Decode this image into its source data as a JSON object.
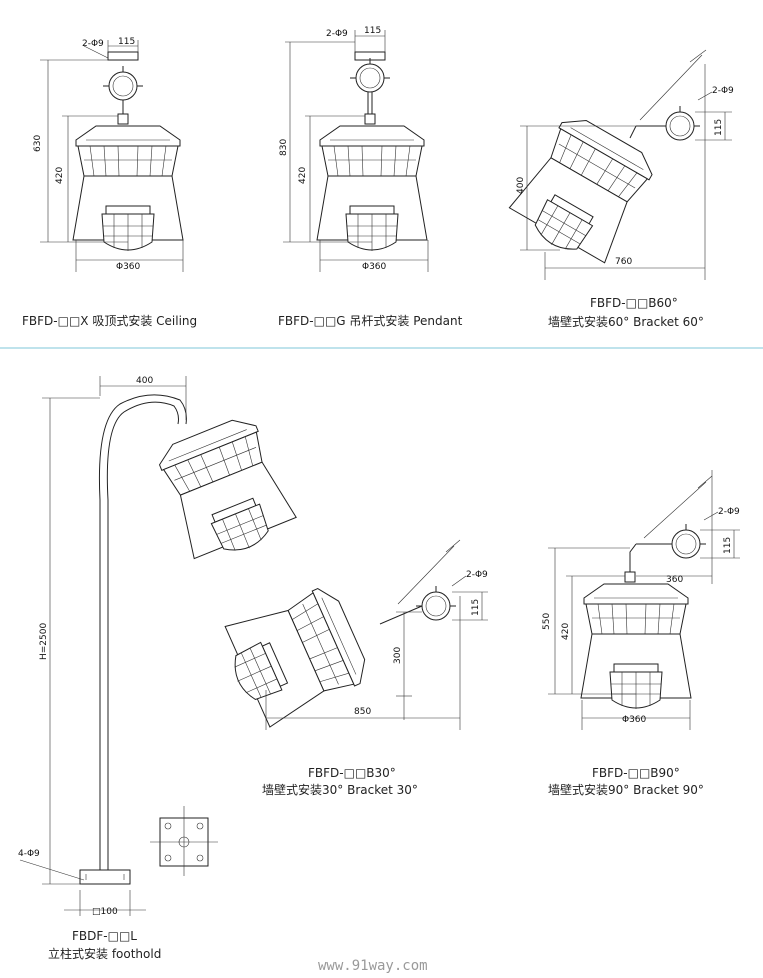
{
  "diagrams": {
    "ceiling": {
      "caption": "FBFD-□□X 吸顶式安装 Ceiling",
      "dims": {
        "holes": "2-Φ9",
        "width_top": "115",
        "height_total": "630",
        "height_body": "420",
        "diameter": "Φ360"
      }
    },
    "pendant": {
      "caption": "FBFD-□□G 吊杆式安装 Pendant",
      "dims": {
        "holes": "2-Φ9",
        "width_top": "115",
        "height_total": "830",
        "height_body": "420",
        "diameter": "Φ360"
      }
    },
    "bracket60": {
      "caption_line1": "FBFD-□□B60°",
      "caption_line2": "墙壁式安装60°  Bracket 60°",
      "dims": {
        "holes": "2-Φ9",
        "height_box": "115",
        "height": "400",
        "reach": "760"
      }
    },
    "foothold": {
      "caption_line1": "FBDF-□□L",
      "caption_line2": "立柱式安装 foothold",
      "dims": {
        "arm": "400",
        "height": "H=2500",
        "holes": "4-Φ9",
        "base": "□100"
      }
    },
    "bracket30": {
      "caption_line1": "FBFD-□□B30°",
      "caption_line2": "墙壁式安装30°  Bracket 30°",
      "dims": {
        "holes": "2-Φ9",
        "height_box": "115",
        "height": "300",
        "reach": "850"
      }
    },
    "bracket90": {
      "caption_line1": "FBFD-□□B90°",
      "caption_line2": "墙壁式安装90°  Bracket 90°",
      "dims": {
        "holes": "2-Φ9",
        "height_box": "115",
        "height_total": "550",
        "height_body": "420",
        "arm": "360",
        "diameter": "Φ360"
      }
    }
  },
  "watermark": "www.91way.com",
  "colors": {
    "divider": "#bfe3ec",
    "line": "#222222"
  }
}
